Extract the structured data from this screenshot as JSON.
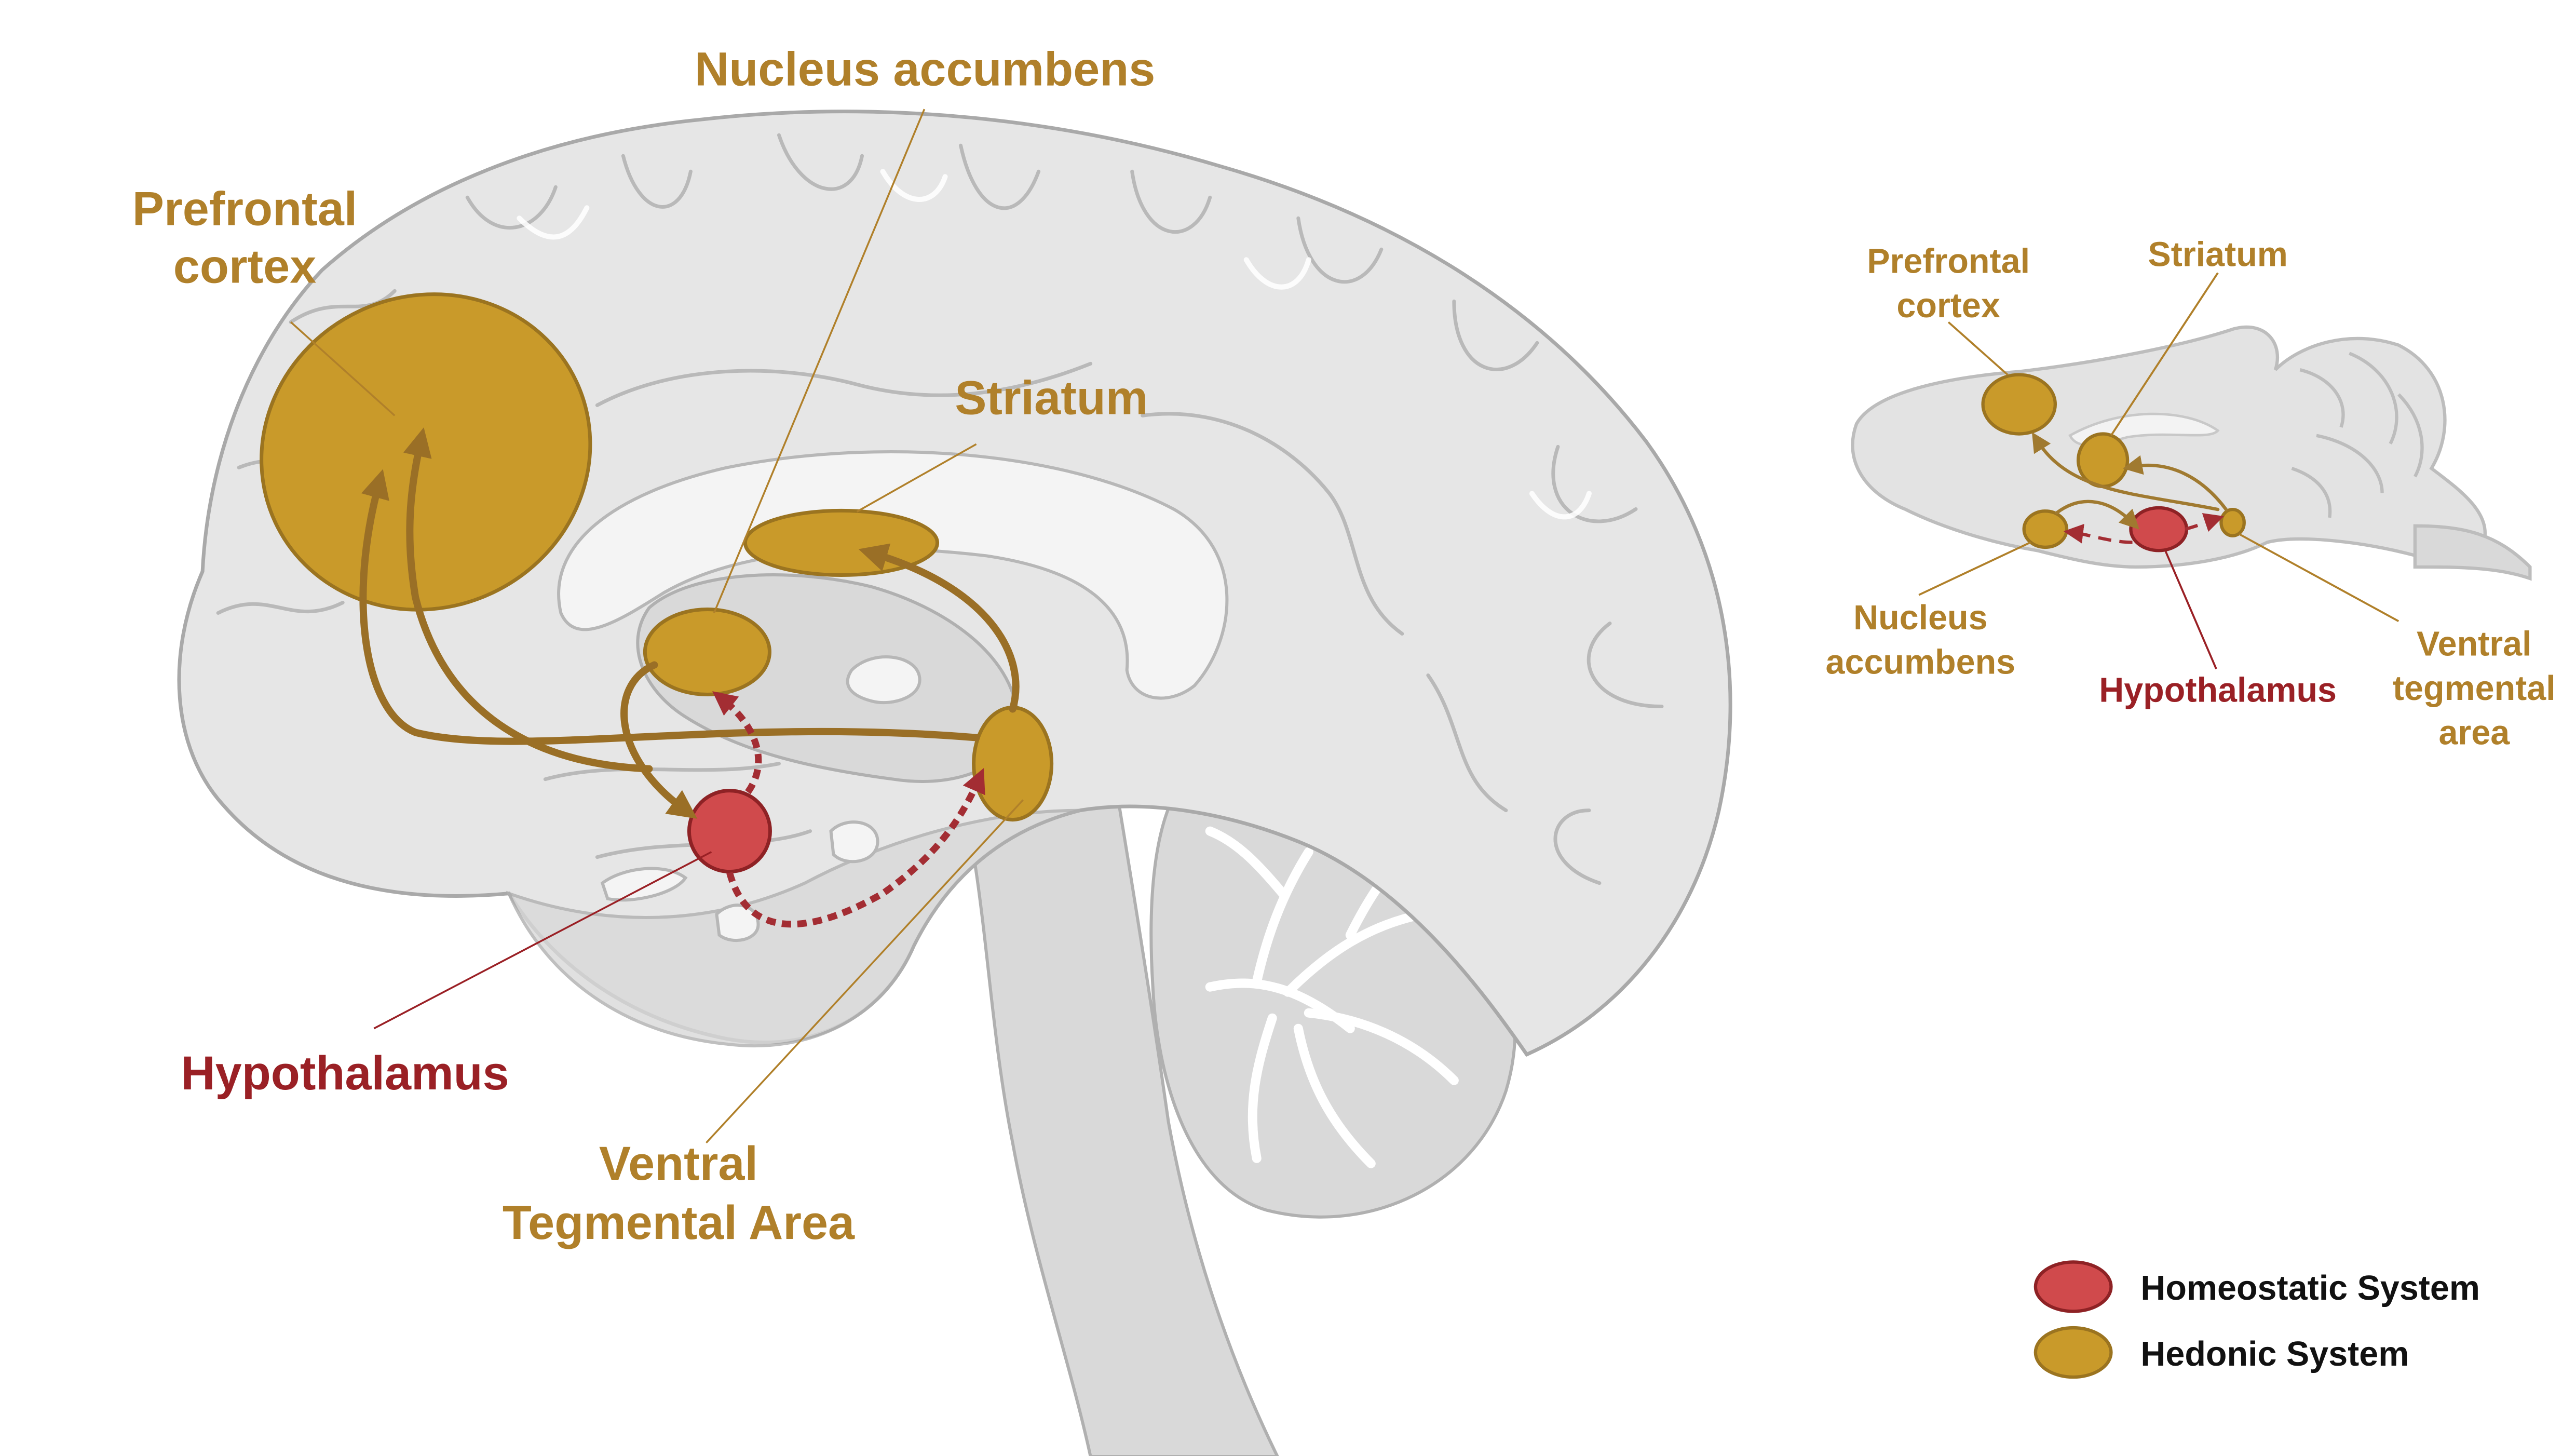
{
  "main_labels": {
    "nucleus_accumbens": "Nucleus accumbens",
    "prefrontal_line1": "Prefrontal",
    "prefrontal_line2": "cortex",
    "striatum": "Striatum",
    "hypothalamus": "Hypothalamus",
    "vta_line1": "Ventral",
    "vta_line2": "Tegmental Area"
  },
  "rodent_labels": {
    "prefrontal_line1": "Prefrontal",
    "prefrontal_line2": "cortex",
    "striatum": "Striatum",
    "nucleus_accumbens_line1": "Nucleus",
    "nucleus_accumbens_line2": "accumbens",
    "hypothalamus": "Hypothalamus",
    "vta_line1": "Ventral",
    "vta_line2": "tegmental",
    "vta_line3": "area"
  },
  "legend": {
    "homeostatic": {
      "label": "Homeostatic System",
      "color": "#d04a4c"
    },
    "hedonic": {
      "label": "Hedonic System",
      "color": "#c99a2a"
    }
  },
  "colors": {
    "hedonic_label": "#b0802a",
    "homeostatic_label": "#9a2025",
    "pathway": "#9a6f26",
    "dotted_pathway": "#a32d33",
    "brain": "#e6e6e6"
  }
}
